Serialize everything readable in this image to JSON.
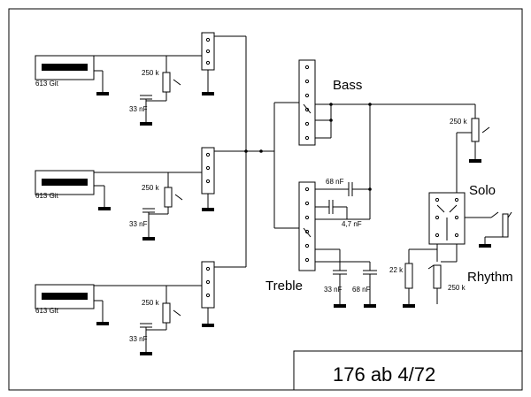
{
  "pickups": [
    {
      "label": "613 Git",
      "pot": "250 k",
      "cap": "33 nF"
    },
    {
      "label": "613 Git",
      "pot": "250 k",
      "cap": "33 nF"
    },
    {
      "label": "613 Git",
      "pot": "250 k",
      "cap": "33 nF"
    }
  ],
  "bass": {
    "label": "Bass"
  },
  "treble": {
    "label": "Treble",
    "cap_upper": "68 nF",
    "cap_middle": "4,7 nF",
    "cap_lower_a": "33 nF",
    "cap_lower_b": "68 nF"
  },
  "output": {
    "volume_pot": "250 k",
    "solo_label": "Solo",
    "rhythm_label": "Rhythm",
    "rhythm_resistor": "22 k",
    "rhythm_pot": "250 k"
  },
  "title_block": {
    "text": "176 ab 4/72"
  }
}
